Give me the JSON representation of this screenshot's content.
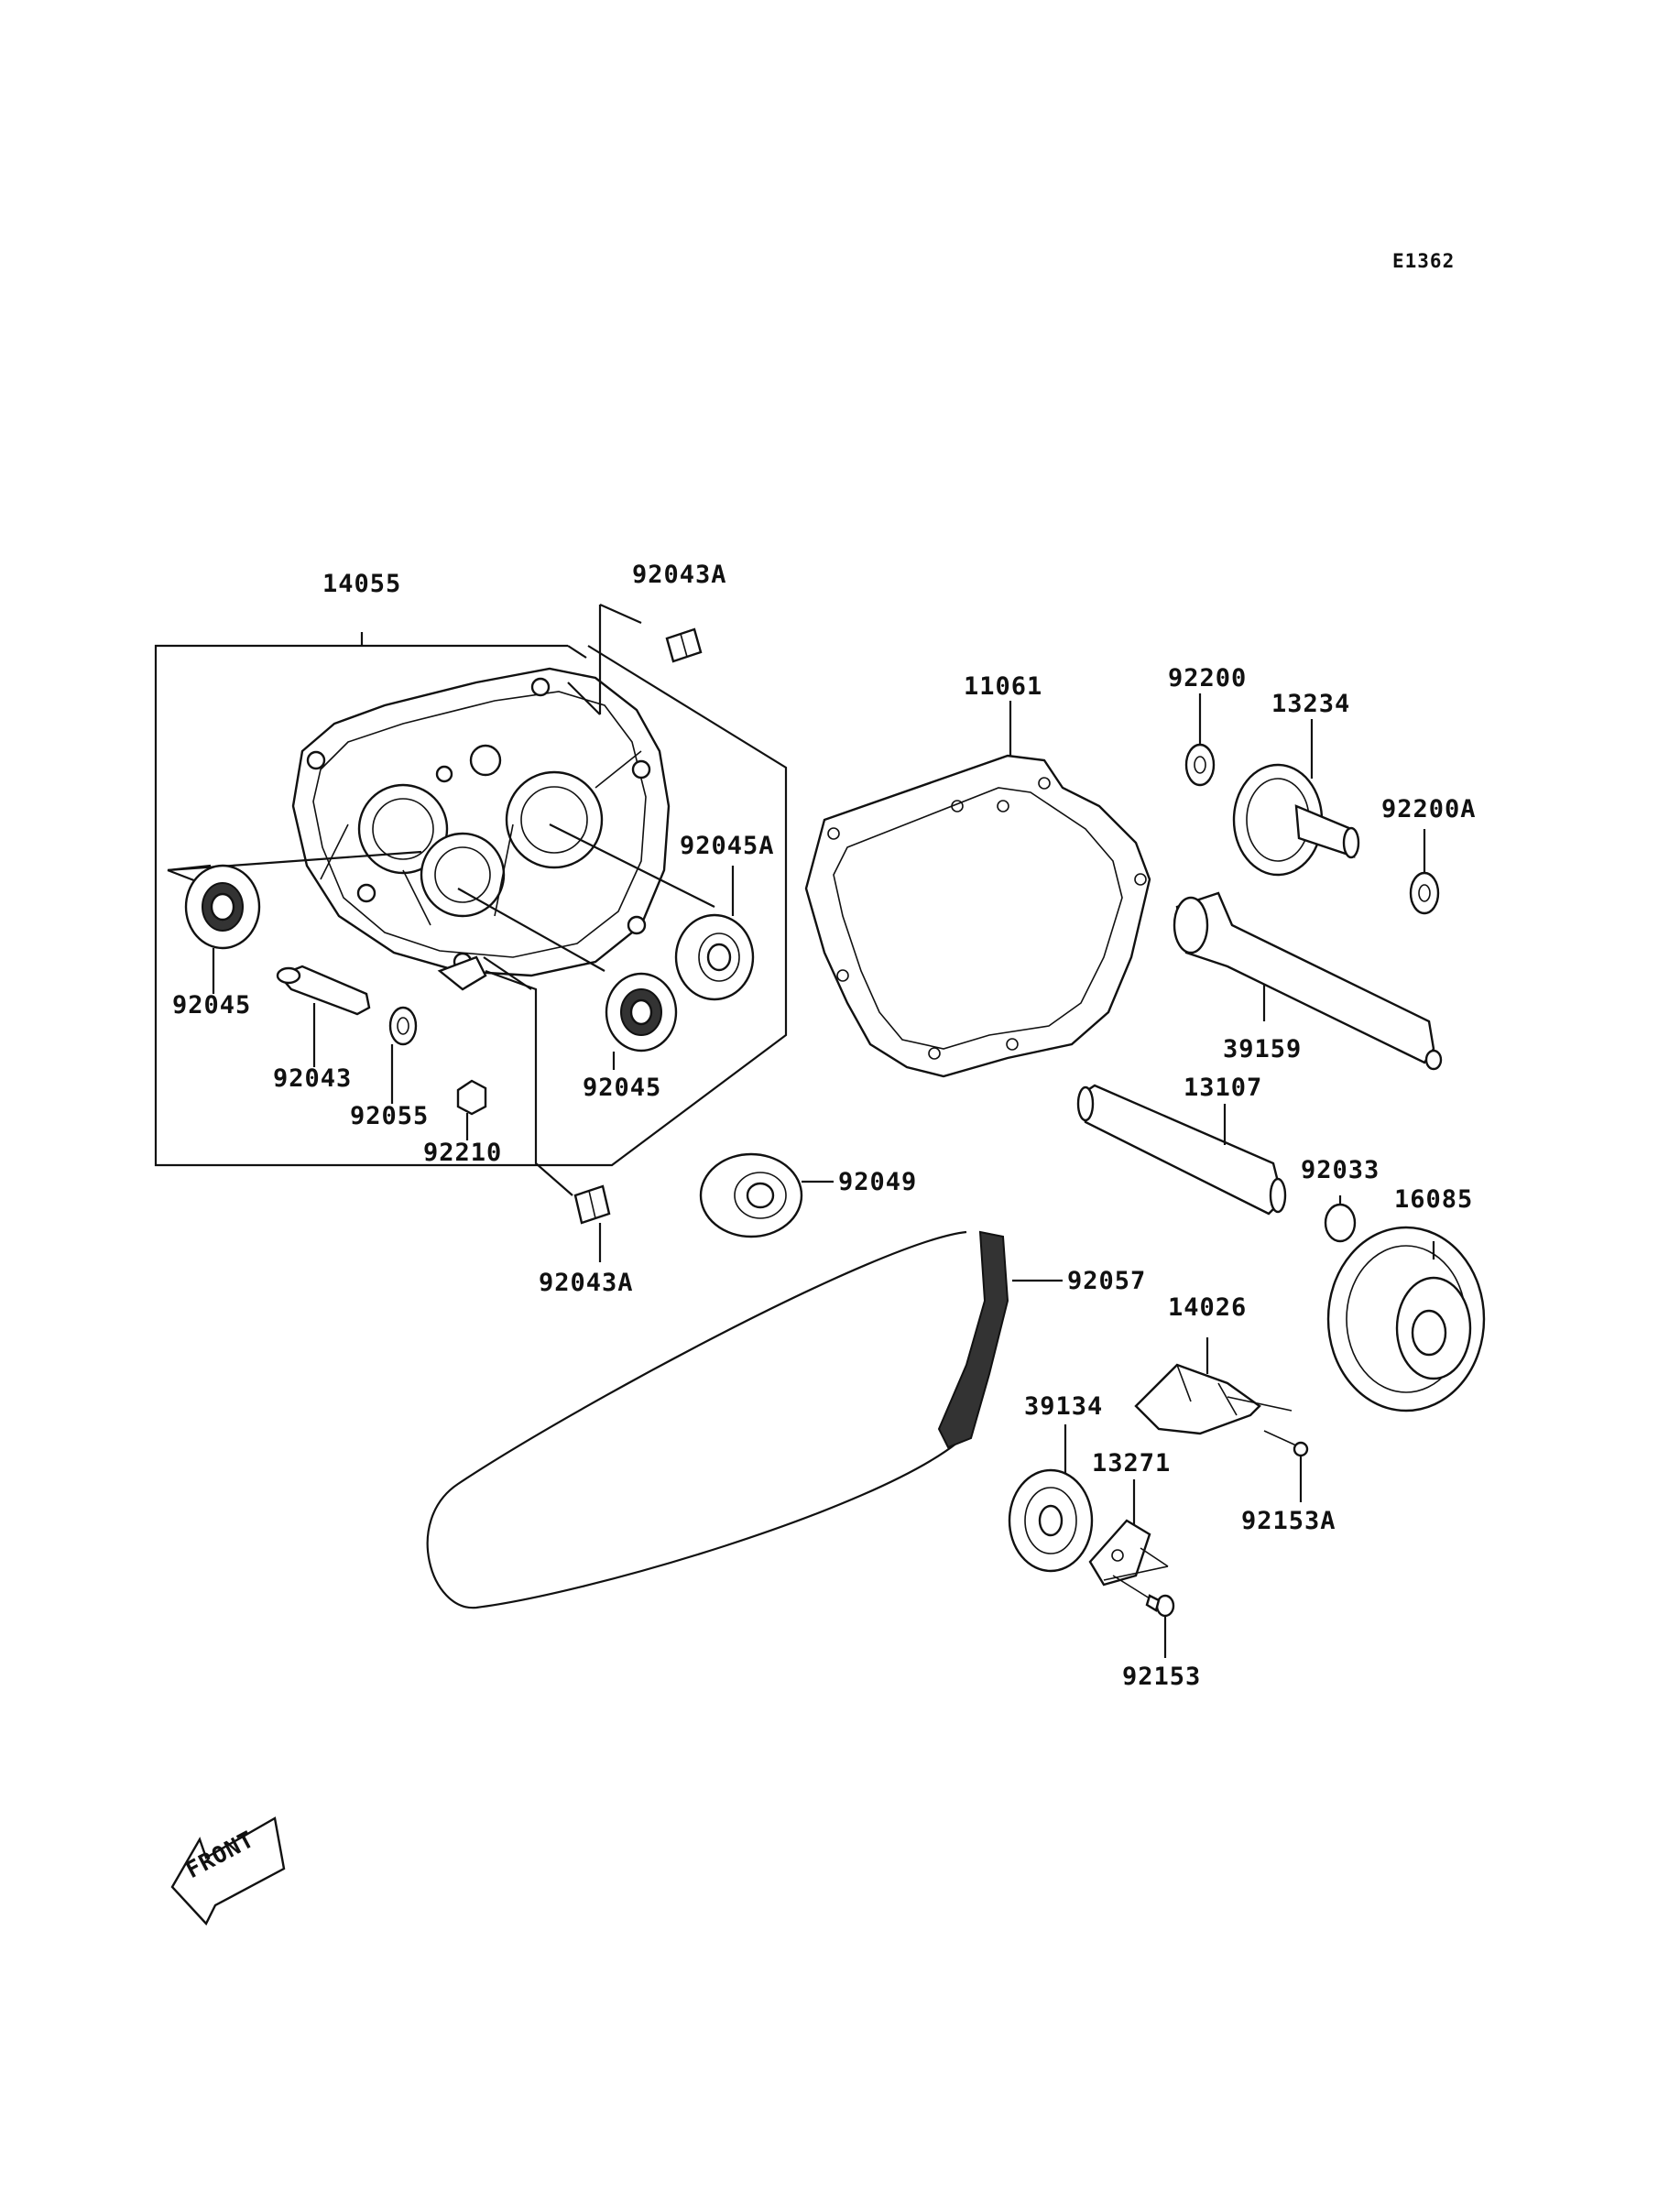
{
  "diagram_code": "E1362",
  "front_label": "FRONT",
  "callouts": [
    {
      "key": "14055",
      "text": "14055"
    },
    {
      "key": "92043A_top",
      "text": "92043A"
    },
    {
      "key": "11061",
      "text": "11061"
    },
    {
      "key": "92200",
      "text": "92200"
    },
    {
      "key": "13234",
      "text": "13234"
    },
    {
      "key": "92200A",
      "text": "92200A"
    },
    {
      "key": "92045A",
      "text": "92045A"
    },
    {
      "key": "92045_left",
      "text": "92045"
    },
    {
      "key": "92043",
      "text": "92043"
    },
    {
      "key": "92055",
      "text": "92055"
    },
    {
      "key": "92210",
      "text": "92210"
    },
    {
      "key": "92045_mid",
      "text": "92045"
    },
    {
      "key": "39159",
      "text": "39159"
    },
    {
      "key": "13107",
      "text": "13107"
    },
    {
      "key": "92033",
      "text": "92033"
    },
    {
      "key": "16085",
      "text": "16085"
    },
    {
      "key": "92049",
      "text": "92049"
    },
    {
      "key": "92043A_bottom",
      "text": "92043A"
    },
    {
      "key": "92057",
      "text": "92057"
    },
    {
      "key": "14026",
      "text": "14026"
    },
    {
      "key": "39134",
      "text": "39134"
    },
    {
      "key": "13271",
      "text": "13271"
    },
    {
      "key": "92153A",
      "text": "92153A"
    },
    {
      "key": "92153",
      "text": "92153"
    }
  ]
}
